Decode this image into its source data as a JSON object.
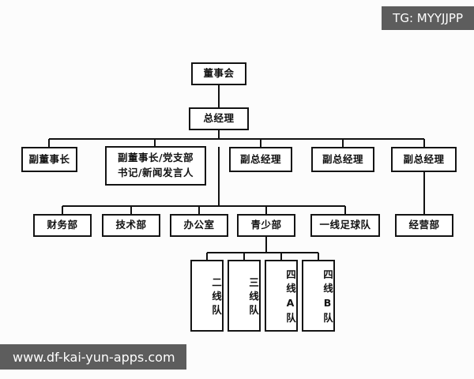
{
  "overlays": {
    "tag_label": "TG: MYYJJPP",
    "watermark_label": "www.df-kai-yun-apps.com",
    "chip_color": "#5d5d5d",
    "chip_text_color": "#ffffff"
  },
  "canvas": {
    "background": "#fcfcfc",
    "line_color": "#121212",
    "box_border_color": "#141414",
    "box_fill": "#ffffff"
  },
  "chart_data": {
    "type": "diagram",
    "title": "",
    "diagram_kind": "organization-chart",
    "levels": [
      {
        "level": 1,
        "labels": [
          "董事会"
        ]
      },
      {
        "level": 2,
        "labels": [
          "总经理"
        ]
      },
      {
        "level": 3,
        "labels": [
          "副董事长",
          "副董事长/党支部书记/新闻发言人",
          "副总经理",
          "副总经理",
          "副总经理"
        ]
      },
      {
        "level": 4,
        "labels": [
          "财务部",
          "技术部",
          "办公室",
          "青少部",
          "一线足球队",
          "经营部"
        ]
      },
      {
        "level": 5,
        "labels": [
          "二线队",
          "三线队",
          "四线A队",
          "四线B队"
        ]
      }
    ],
    "edges": [
      {
        "from": "董事会",
        "to": "总经理"
      },
      {
        "from": "总经理",
        "to": "副董事长"
      },
      {
        "from": "总经理",
        "to": "副董事长/党支部书记/新闻发言人"
      },
      {
        "from": "总经理",
        "to": "副总经理"
      },
      {
        "from": "总经理",
        "to": "财务部"
      },
      {
        "from": "总经理",
        "to": "技术部"
      },
      {
        "from": "总经理",
        "to": "办公室"
      },
      {
        "from": "总经理",
        "to": "青少部"
      },
      {
        "from": "总经理",
        "to": "一线足球队"
      },
      {
        "from": "副总经理",
        "to": "经营部"
      },
      {
        "from": "青少部",
        "to": "二线队"
      },
      {
        "from": "青少部",
        "to": "三线队"
      },
      {
        "from": "青少部",
        "to": "四线A队"
      },
      {
        "from": "青少部",
        "to": "四线B队"
      }
    ]
  },
  "nodes": {
    "board": "董事会",
    "general_manager": "总经理",
    "vice_chairman": "副董事长",
    "vice_chairman_party_line1": "副董事长/党支部",
    "vice_chairman_party_line2": "书记/新闻发言人",
    "deputy_gm_1": "副总经理",
    "deputy_gm_2": "副总经理",
    "deputy_gm_3": "副总经理",
    "finance_dept": "财务部",
    "tech_dept": "技术部",
    "office": "办公室",
    "youth_dept": "青少部",
    "first_team": "一线足球队",
    "operations_dept": "经营部",
    "team_second": "二线队",
    "team_third": "三线队",
    "team_fourth_a": "四线A队",
    "team_fourth_b": "四线B队"
  }
}
